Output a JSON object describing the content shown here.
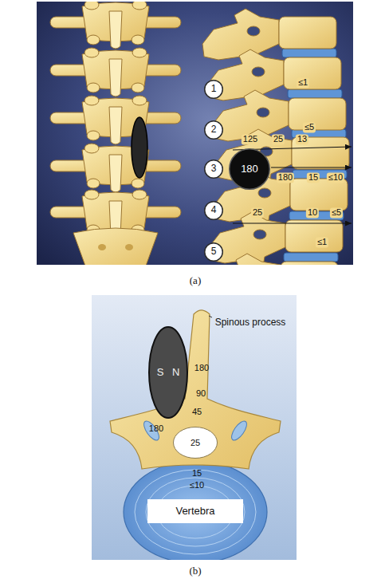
{
  "diagram": {
    "nodes": [
      {
        "text": [
          "1"
        ]
      },
      {
        "text": [
          "2"
        ]
      },
      {
        "text": [
          "3"
        ]
      },
      {
        "text": [
          "180"
        ]
      },
      {
        "text": [
          "4"
        ]
      },
      {
        "text": [
          "5"
        ]
      },
      {
        "text": [
          "S",
          "N"
        ]
      },
      {
        "text": [
          "25"
        ]
      },
      {
        "text": [
          "Vertebra"
        ]
      }
    ],
    "labels": [
      "≤1",
      "125",
      "25",
      "13",
      "≤5",
      "180",
      "15",
      "≤10",
      "25",
      "10",
      "≤5",
      "≤1",
      "(a)",
      "Spinous process",
      "180",
      "90",
      "45",
      "180",
      "15",
      "≤10",
      "(b)"
    ]
  }
}
